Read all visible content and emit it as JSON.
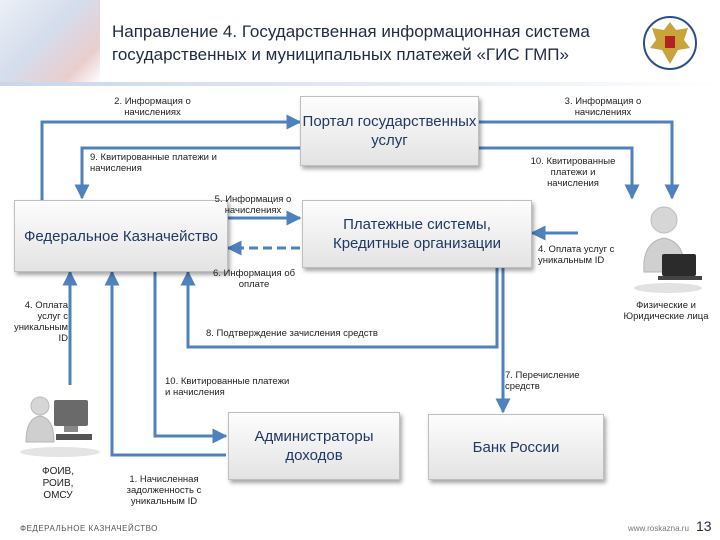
{
  "header": {
    "title": "Направление 4. Государственная информационная система государственных и муниципальных платежей «ГИС ГМП»"
  },
  "nodes": {
    "portal": "Портал государственных услуг",
    "treasury": "Федеральное Казначейство",
    "payment_systems": "Платежные системы, Кредитные организации",
    "admins": "Администраторы доходов",
    "bank": "Банк России"
  },
  "actors": {
    "individuals": "Физические и Юридические лица",
    "foiv": "ФОИВ, РОИВ, ОМСУ"
  },
  "flows": {
    "f2": "2. Информация о начислениях",
    "f3": "3. Информация о начислениях",
    "f9": "9. Квитированные платежи и начисления",
    "f10_top": "10. Квитированные платежи и начисления",
    "f5": "5. Информация о начислениях",
    "f6": "6. Информация об оплате",
    "f4_right": "4. Оплата услуг с уникальным ID",
    "f4_left": "4. Оплата услуг с уникальным ID",
    "f8": "8. Подтверждение зачисления средств",
    "f7": "7. Перечисление средств",
    "f10_bottom": "10. Квитированные платежи и начисления",
    "f1": "1. Начисленная задолженность с уникальным ID"
  },
  "footer": {
    "org": "ФЕДЕРАЛЬНОЕ КАЗНАЧЕЙСТВО",
    "site": "www.roskazna.ru",
    "page": "13"
  },
  "colors": {
    "arrow": "#4f81bd",
    "node_text": "#1f3864"
  }
}
